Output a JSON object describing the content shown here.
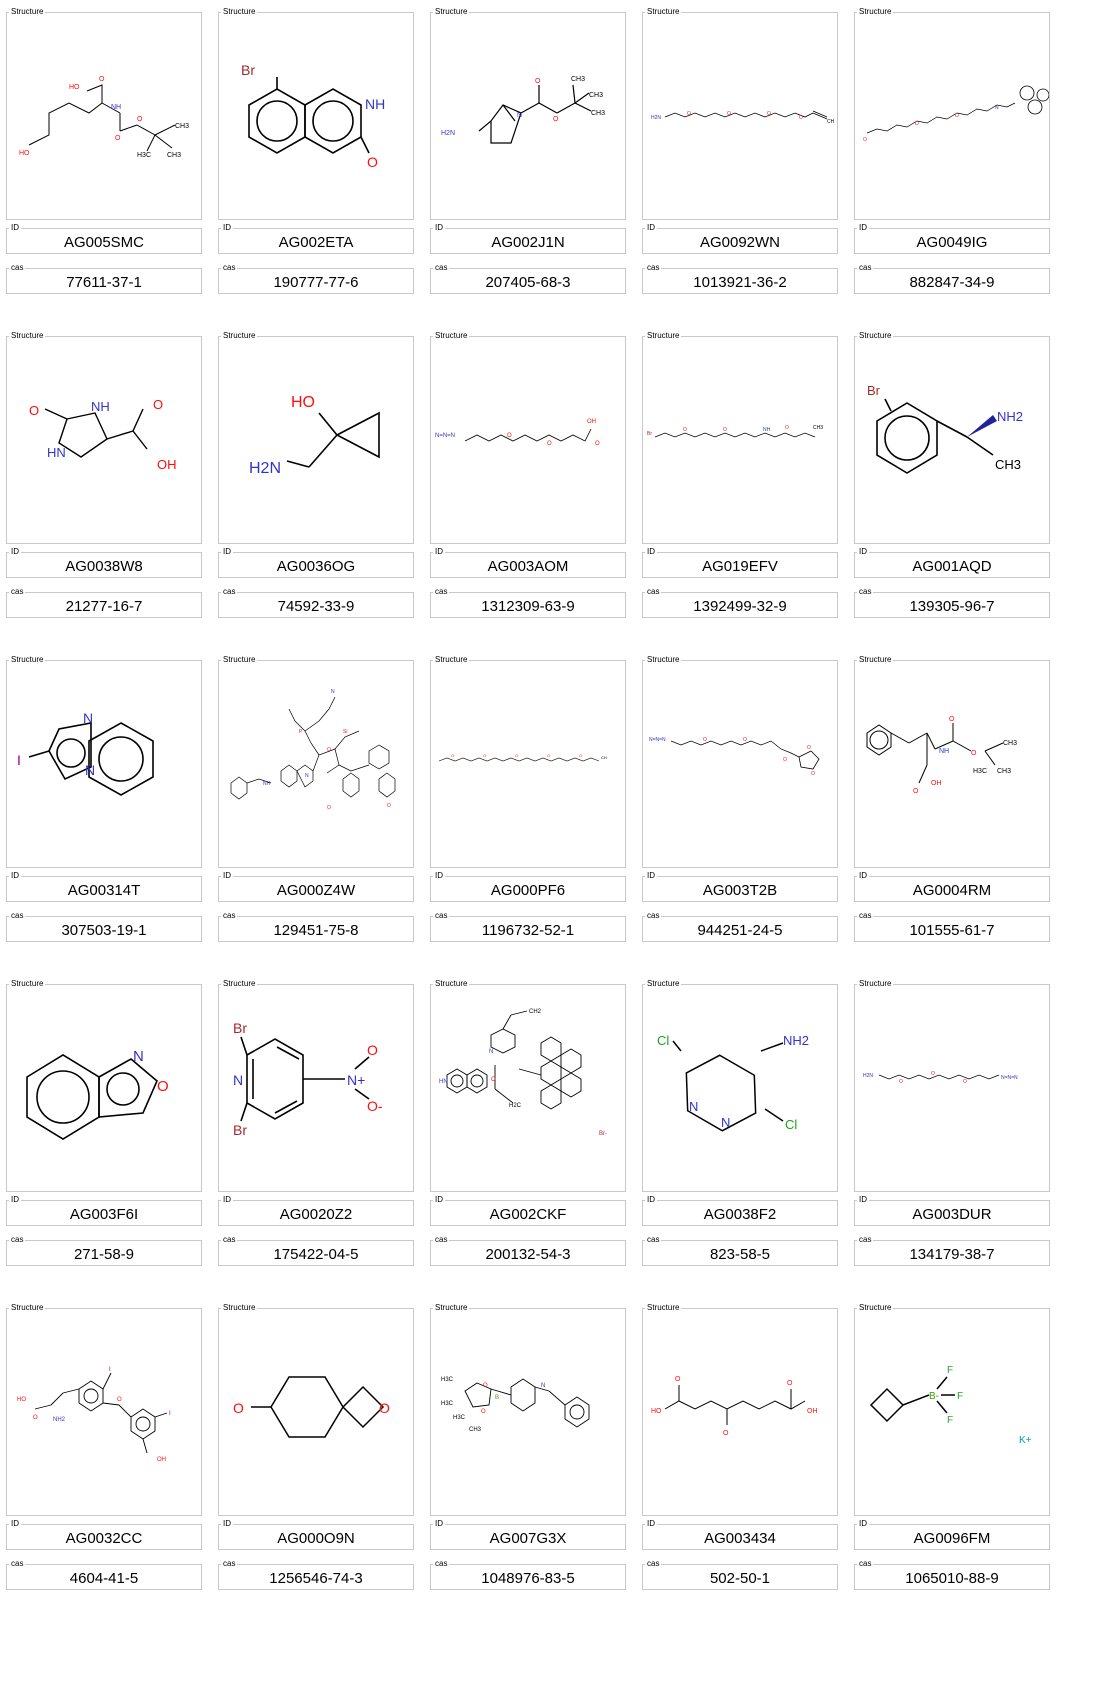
{
  "labels": {
    "structure": "Structure",
    "id": "ID",
    "cas": "cas"
  },
  "colors": {
    "nitrogen": "#3333cc",
    "oxygen": "#ff0d0d",
    "bromine": "#a62929",
    "chlorine": "#1fa01f",
    "iodine": "#940094",
    "boron": "#3aa000",
    "fluorine": "#2fa02f",
    "potassium": "#00a0a0",
    "frame": "#c8c8c8"
  },
  "compounds": [
    {
      "id": "AG005SMC",
      "cas": "77611-37-1"
    },
    {
      "id": "AG002ETA",
      "cas": "190777-77-6"
    },
    {
      "id": "AG002J1N",
      "cas": "207405-68-3"
    },
    {
      "id": "AG0092WN",
      "cas": "1013921-36-2"
    },
    {
      "id": "AG0049IG",
      "cas": "882847-34-9"
    },
    {
      "id": "AG0038W8",
      "cas": "21277-16-7"
    },
    {
      "id": "AG0036OG",
      "cas": "74592-33-9"
    },
    {
      "id": "AG003AOM",
      "cas": "1312309-63-9"
    },
    {
      "id": "AG019EFV",
      "cas": "1392499-32-9"
    },
    {
      "id": "AG001AQD",
      "cas": "139305-96-7"
    },
    {
      "id": "AG00314T",
      "cas": "307503-19-1"
    },
    {
      "id": "AG000Z4W",
      "cas": "129451-75-8"
    },
    {
      "id": "AG000PF6",
      "cas": "1196732-52-1"
    },
    {
      "id": "AG003T2B",
      "cas": "944251-24-5"
    },
    {
      "id": "AG0004RM",
      "cas": "101555-61-7"
    },
    {
      "id": "AG003F6I",
      "cas": "271-58-9"
    },
    {
      "id": "AG0020Z2",
      "cas": "175422-04-5"
    },
    {
      "id": "AG002CKF",
      "cas": "200132-54-3"
    },
    {
      "id": "AG0038F2",
      "cas": "823-58-5"
    },
    {
      "id": "AG003DUR",
      "cas": "134179-38-7"
    },
    {
      "id": "AG0032CC",
      "cas": "4604-41-5"
    },
    {
      "id": "AG000O9N",
      "cas": "1256546-74-3"
    },
    {
      "id": "AG007G3X",
      "cas": "1048976-83-5"
    },
    {
      "id": "AG003434",
      "cas": "502-50-1"
    },
    {
      "id": "AG0096FM",
      "cas": "1065010-88-9"
    }
  ]
}
